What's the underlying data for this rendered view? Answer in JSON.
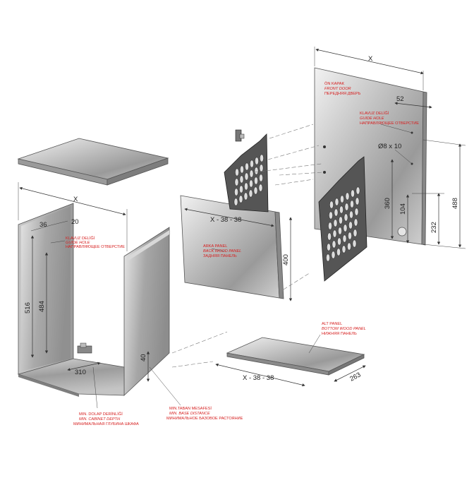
{
  "dimensions": {
    "x_top": "X",
    "x_left": "X",
    "d36": "36",
    "d20": "20",
    "d516": "516",
    "d484": "484",
    "d310": "310",
    "d40": "40",
    "back_width": "X - 38 - 38",
    "back_height": "400",
    "bottom_width": "X - 38 - 38",
    "bottom_depth": "263",
    "d52": "52",
    "hole": "Ø8 x 10",
    "d360": "360",
    "d104": "104",
    "d232": "232",
    "d488": "488"
  },
  "labels": {
    "front_door": [
      "ÖN KAPAK",
      "FRONT DOOR",
      "ПЕРЕДНЯЯ ДВЕРЬ"
    ],
    "guide_hole_right": [
      "KLAVUZ DELİĞİ",
      "GUIDE HOLE",
      "НАПРАВЛЯЮЩЕЕ ОТВЕРСТИЕ"
    ],
    "guide_hole_left": [
      "KLAVUZ DELİĞİ",
      "GUIDE HOLE",
      "НАПРАВЛЯЮЩЕЕ ОТВЕРСТИЕ"
    ],
    "back_panel": [
      "ARKA PANEL",
      "BACK WOOD PANEL",
      "ЗАДНЯЯ ПАНЕЛЬ"
    ],
    "bottom_panel": [
      "ALT PANEL",
      "BOTTOM WOOD PANEL",
      "НИЖНЯЯ ПАНЕЛЬ"
    ],
    "min_depth": [
      "MIN. DOLAP DERİNLİĞİ",
      "MIN. CABINET DEPTH",
      "МИНИМАЛЬНАЯ ГЛУБИНА ШКАФА"
    ],
    "min_base": [
      "MIN.TABAN MESAFESİ",
      "MIN. BASE DISTANCE",
      "МИНИМАЛЬНОЕ БАЗОВОЕ РАСТОЯНИЕ"
    ]
  }
}
